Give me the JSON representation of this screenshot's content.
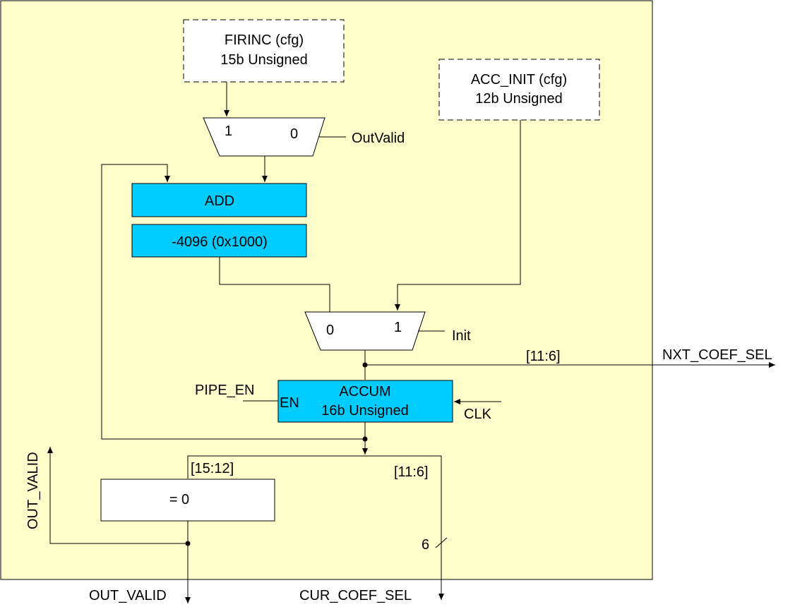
{
  "colors": {
    "background_panel": "#ffffcc",
    "block_fill": "#00ccff",
    "white": "#ffffff",
    "stroke": "#000000"
  },
  "firinc": {
    "line1": "FIRINC (cfg)",
    "line2": "15b Unsigned"
  },
  "acc_init": {
    "line1": "ACC_INIT (cfg)",
    "line2": "12b Unsigned"
  },
  "mux_top": {
    "in1": "1",
    "in0": "0",
    "select": "OutValid"
  },
  "add": {
    "label": "ADD"
  },
  "offset": {
    "label": "-4096 (0x1000)"
  },
  "mux_bottom": {
    "in0": "0",
    "in1": "1",
    "select": "Init"
  },
  "accum": {
    "line1": "ACCUM",
    "line2": "16b Unsigned",
    "en_port": "EN",
    "en_signal": "PIPE_EN",
    "clk": "CLK"
  },
  "nxt_coef": {
    "bits": "[11:6]",
    "name": "NXT_COEF_SEL"
  },
  "compare": {
    "bits": "[15:12]",
    "label": "= 0"
  },
  "cur_coef": {
    "bits": "[11:6]",
    "width": "6",
    "name": "CUR_COEF_SEL"
  },
  "out_valid": {
    "side_label": "OUT_VALID",
    "bottom_label": "OUT_VALID"
  }
}
